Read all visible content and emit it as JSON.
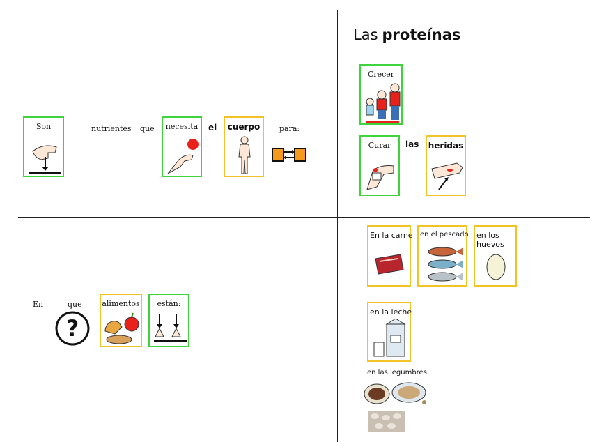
{
  "title": {
    "prefix": "Las",
    "main": "proteínas"
  },
  "row1": {
    "son": "Son",
    "nutrientes": "nutrientes",
    "que": "que",
    "necesita": "necesita",
    "el": "el",
    "cuerpo": "cuerpo",
    "para": "para:"
  },
  "right1": {
    "crecer": "Crecer",
    "curar": "Curar",
    "las": "las",
    "heridas": "heridas"
  },
  "row2": {
    "en": "En",
    "que": "que",
    "alimentos": "alimentos",
    "estan": "están:"
  },
  "right2": {
    "carne": "En la carne",
    "pescado": "en el pescado",
    "huevos": "en los huevos",
    "leche": "en la leche",
    "legumbres": "en las legumbres"
  }
}
